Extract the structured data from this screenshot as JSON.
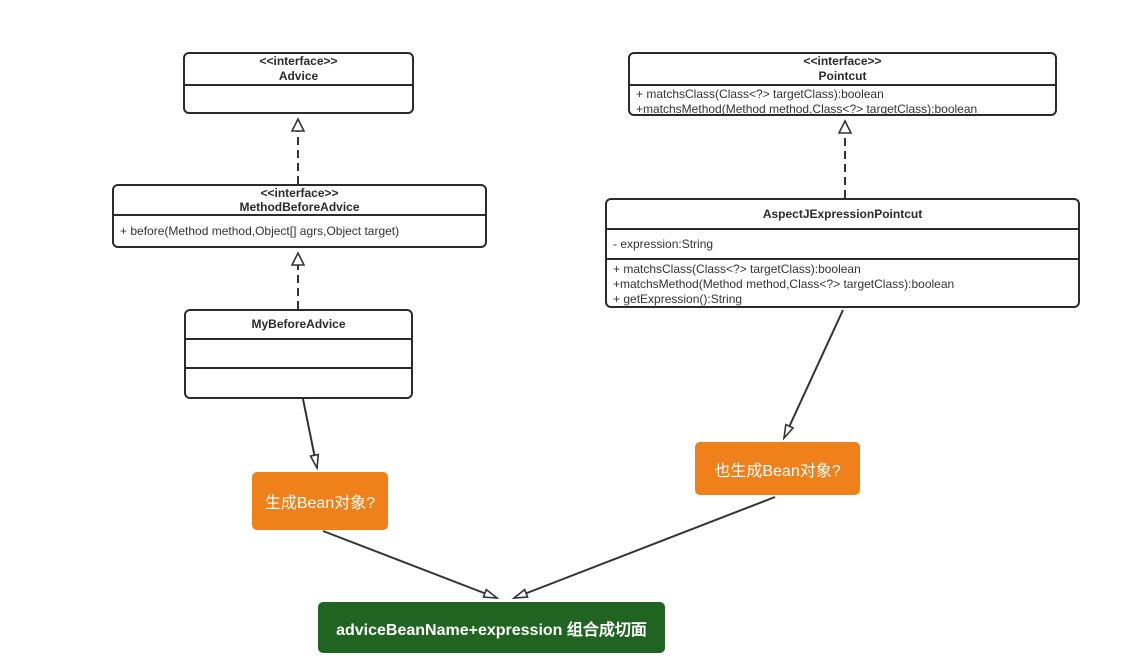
{
  "colors": {
    "border": "#2b2b2b",
    "text": "#333333",
    "orange": "#F0801A",
    "green": "#216421",
    "note_text": "#ffffff"
  },
  "classes": {
    "advice": {
      "stereotype": "<<interface>>",
      "name": "Advice"
    },
    "pointcut": {
      "stereotype": "<<interface>>",
      "name": "Pointcut",
      "methods": [
        "+ matchsClass(Class<?> targetClass):boolean",
        "+matchsMethod(Method method,Class<?> targetClass):boolean"
      ]
    },
    "method_before_advice": {
      "stereotype": "<<interface>>",
      "name": "MethodBeforeAdvice",
      "methods": [
        "+ before(Method method,Object[] agrs,Object target)"
      ]
    },
    "aspectj_expression_pointcut": {
      "name": "AspectJExpressionPointcut",
      "attributes": [
        "- expression:String"
      ],
      "methods": [
        "+ matchsClass(Class<?> targetClass):boolean",
        "+matchsMethod(Method method,Class<?> targetClass):boolean",
        "+ getExpression():String"
      ]
    },
    "my_before_advice": {
      "name": "MyBeforeAdvice"
    }
  },
  "notes": {
    "generate_bean": "生成Bean对象?",
    "also_generate_bean": "也生成Bean对象?",
    "combine": "adviceBeanName+expression 组合成切面"
  },
  "relations": [
    {
      "from": "MethodBeforeAdvice",
      "to": "Advice",
      "type": "realization",
      "line": "dashed"
    },
    {
      "from": "MyBeforeAdvice",
      "to": "MethodBeforeAdvice",
      "type": "realization",
      "line": "dashed"
    },
    {
      "from": "AspectJExpressionPointcut",
      "to": "Pointcut",
      "type": "realization",
      "line": "dashed"
    },
    {
      "from": "MyBeforeAdvice",
      "to": "生成Bean对象?",
      "type": "arrow",
      "line": "solid"
    },
    {
      "from": "AspectJExpressionPointcut",
      "to": "也生成Bean对象?",
      "type": "arrow",
      "line": "solid"
    },
    {
      "from": "生成Bean对象?",
      "to": "adviceBeanName+expression 组合成切面",
      "type": "arrow",
      "line": "solid"
    },
    {
      "from": "也生成Bean对象?",
      "to": "adviceBeanName+expression 组合成切面",
      "type": "arrow",
      "line": "solid"
    }
  ]
}
